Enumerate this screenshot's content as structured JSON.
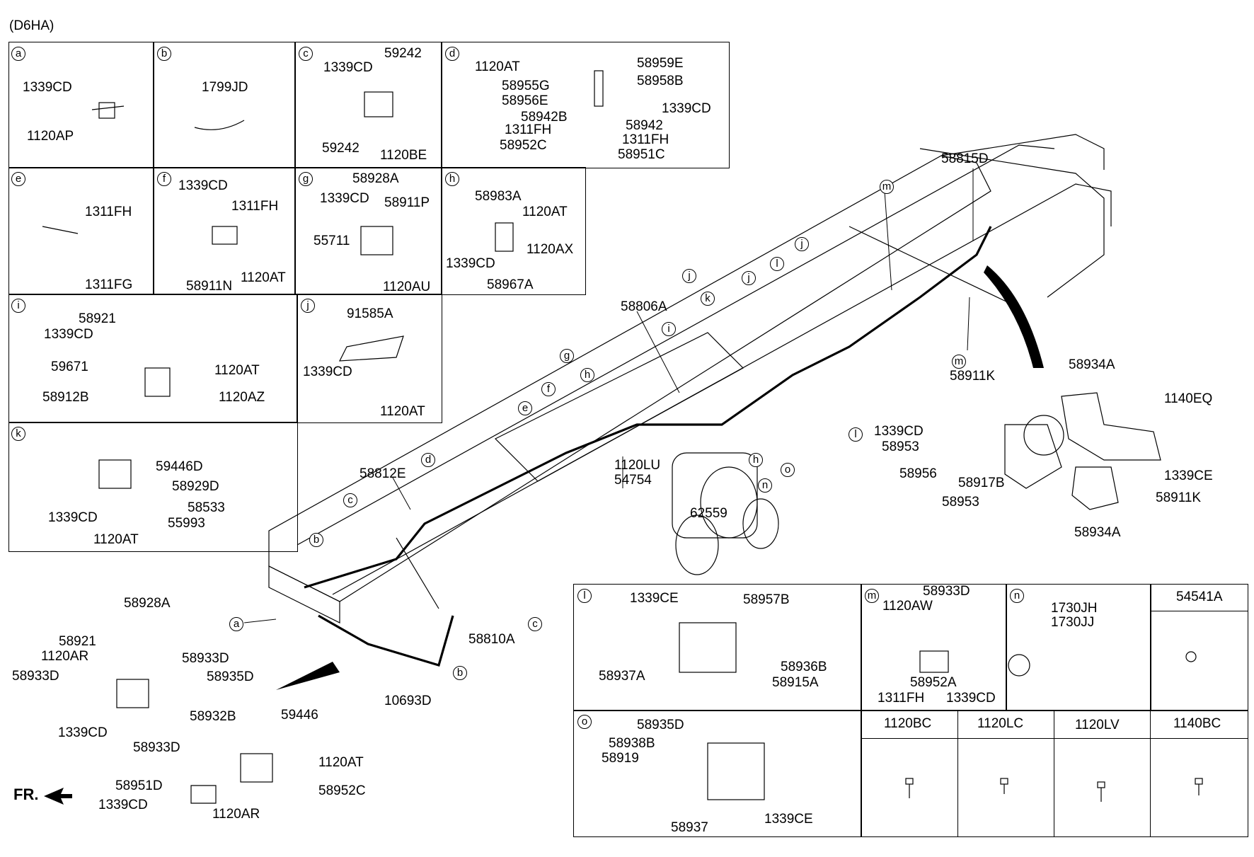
{
  "header": {
    "model_code": "(D6HA)"
  },
  "fr_marker": "FR.",
  "callouts": [
    {
      "id": "a",
      "text": "a"
    },
    {
      "id": "b",
      "text": "b"
    },
    {
      "id": "c",
      "text": "c"
    },
    {
      "id": "d",
      "text": "d"
    },
    {
      "id": "e",
      "text": "e"
    },
    {
      "id": "f",
      "text": "f"
    },
    {
      "id": "g",
      "text": "g"
    },
    {
      "id": "h",
      "text": "h"
    },
    {
      "id": "i",
      "text": "i"
    },
    {
      "id": "j",
      "text": "j"
    },
    {
      "id": "k",
      "text": "k"
    },
    {
      "id": "l",
      "text": "l"
    },
    {
      "id": "m",
      "text": "m"
    },
    {
      "id": "n",
      "text": "n"
    },
    {
      "id": "o",
      "text": "o"
    }
  ],
  "panels": {
    "a": {
      "letter": "a",
      "parts": [
        "1339CD",
        "1120AP"
      ]
    },
    "b": {
      "letter": "b",
      "parts": [
        "1799JD"
      ]
    },
    "c": {
      "letter": "c",
      "parts": [
        "1339CD",
        "59242",
        "59242",
        "1120BE"
      ]
    },
    "d": {
      "letter": "d",
      "parts": [
        "1120AT",
        "58959E",
        "58958B",
        "58955G",
        "58956E",
        "1339CD",
        "58942B",
        "58942",
        "1311FH",
        "1311FH",
        "58952C",
        "58951C"
      ]
    },
    "e": {
      "letter": "e",
      "parts": [
        "1311FH",
        "1311FG"
      ]
    },
    "f": {
      "letter": "f",
      "parts": [
        "1339CD",
        "1311FH",
        "58911N",
        "1120AT"
      ]
    },
    "g": {
      "letter": "g",
      "parts": [
        "58928A",
        "1339CD",
        "58911P",
        "55711",
        "1120AU"
      ]
    },
    "h": {
      "letter": "h",
      "parts": [
        "58983A",
        "1120AT",
        "1120AX",
        "1339CD",
        "58967A"
      ]
    },
    "i": {
      "letter": "i",
      "parts": [
        "58921",
        "1339CD",
        "59671",
        "1120AT",
        "58912B",
        "1120AZ"
      ]
    },
    "j": {
      "letter": "j",
      "parts": [
        "91585A",
        "1339CD",
        "1120AT"
      ]
    },
    "k": {
      "letter": "k",
      "parts": [
        "59446D",
        "58929D",
        "1339CD",
        "58533",
        "55993",
        "1120AT"
      ]
    },
    "l": {
      "letter": "l",
      "parts": [
        "1339CE",
        "58957B",
        "58936B",
        "58937A",
        "58915A"
      ]
    },
    "m": {
      "letter": "m",
      "parts": [
        "58933D",
        "1120AW",
        "58952A",
        "1311FH",
        "1339CD"
      ]
    },
    "n": {
      "letter": "n",
      "parts": [
        "1730JH",
        "1730JJ"
      ]
    },
    "o": {
      "letter": "o",
      "parts": [
        "58935D",
        "58938B",
        "58919",
        "58937",
        "1339CE"
      ]
    },
    "p54541A": {
      "title": "54541A"
    },
    "fasteners": [
      "1120BC",
      "1120LC",
      "1120LV",
      "1140BC"
    ]
  },
  "main_labels": [
    "58815D",
    "58806A",
    "58812E",
    "54754",
    "1120LU",
    "62559",
    "58810A",
    "10693D"
  ],
  "right_cluster": [
    "58934A",
    "1140EQ",
    "58911K",
    "1339CD",
    "58953",
    "58956",
    "58917B",
    "1339CE",
    "58953",
    "58911K",
    "58934A"
  ],
  "left_cluster": [
    "58928A",
    "58921",
    "1120AR",
    "58933D",
    "58933D",
    "1339CD",
    "58933D",
    "58935D",
    "58932B",
    "59446",
    "1120AT",
    "58951D",
    "58952C",
    "1339CD",
    "1120AR"
  ]
}
